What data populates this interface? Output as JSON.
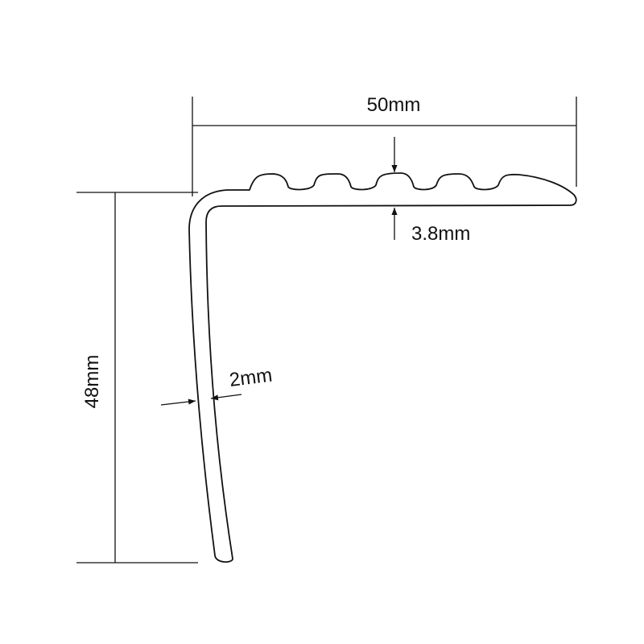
{
  "diagram": {
    "subject": "L-shaped stair nosing profile cross-section",
    "dimensions": {
      "width": "50mm",
      "height": "48mm",
      "top_thickness": "3.8mm",
      "wall_thickness": "2mm"
    },
    "colors": {
      "line": "#111111",
      "background": "#ffffff"
    }
  }
}
